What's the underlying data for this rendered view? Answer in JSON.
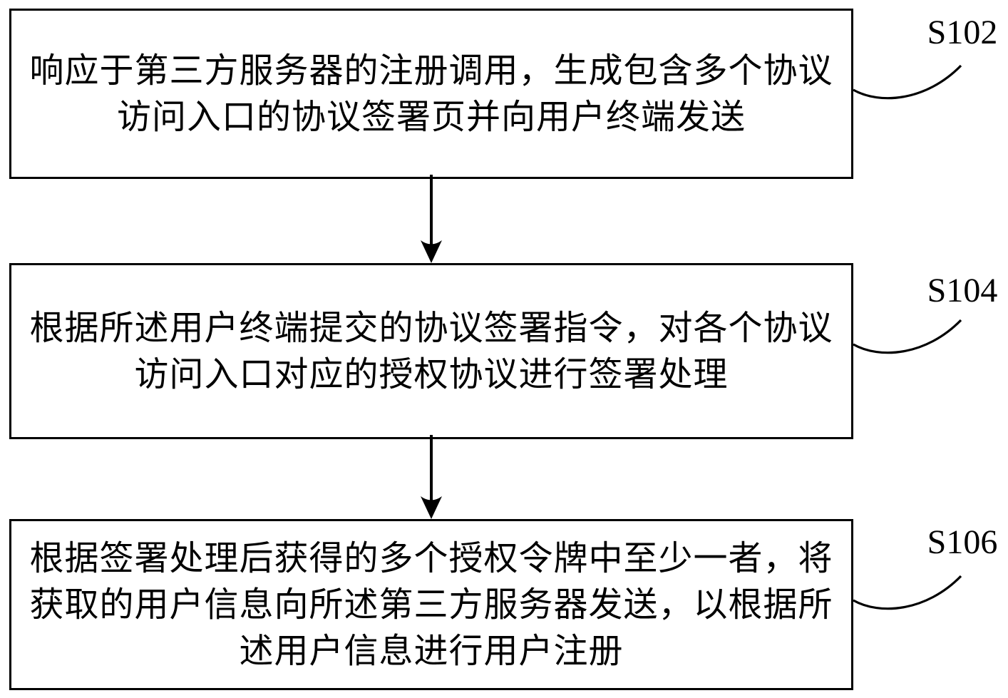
{
  "figure": {
    "type": "flowchart",
    "language": "zh-CN",
    "colors": {
      "ink": "#000000",
      "background": "#ffffff"
    },
    "steps": [
      {
        "label": "S102",
        "text": "响应于第三方服务器的注册调用，生成包含多个协议访问入口的协议签署页并向用户终端发送",
        "lines": [
          "响应于第三方服务器的注册调用，生成包含多个协议",
          "访问入口的协议签署页并向用户终端发送"
        ]
      },
      {
        "label": "S104",
        "text": "根据所述用户终端提交的协议签署指令，对各个协议访问入口对应的授权协议进行签署处理",
        "lines": [
          "根据所述用户终端提交的协议签署指令，对各个协议",
          "访问入口对应的授权协议进行签署处理"
        ]
      },
      {
        "label": "S106",
        "text": "根据签署处理后获得的多个授权令牌中至少一者，将获取的用户信息向所述第三方服务器发送，以根据所述用户信息进行用户注册",
        "lines": [
          "根据签署处理后获得的多个授权令牌中至少一者，将",
          "获取的用户信息向所述第三方服务器发送，以根据所",
          "述用户信息进行用户注册"
        ]
      }
    ]
  }
}
